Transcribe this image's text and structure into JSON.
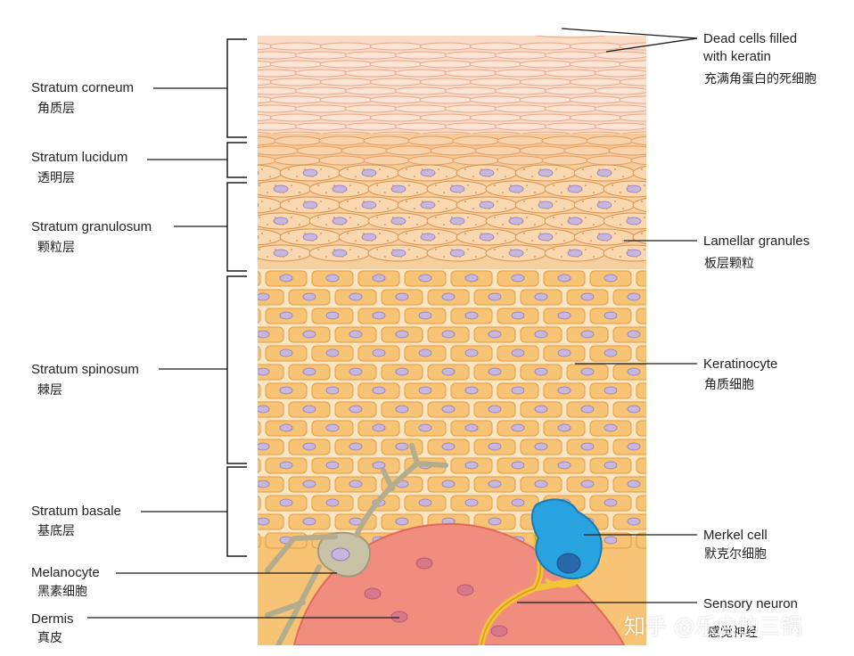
{
  "colors": {
    "corneum": "#f9dcc8",
    "corneum_line": "#e7a889",
    "lucidum": "#f6c89a",
    "granulosum": "#f6cf9e",
    "granule": "#e0975a",
    "spinosum": "#f7c476",
    "spinosum_line": "#e49b42",
    "nucleus": "#c7b6de",
    "nucleus_line": "#8d78b6",
    "dermis": "#f08d7e",
    "melanocyte": "#c8c3a6",
    "merkel": "#29a3e0",
    "neuron": "#f2c43a",
    "line": "#1a1a1a"
  },
  "labels_left": [
    {
      "en": "Stratum corneum",
      "zh": "角质层"
    },
    {
      "en": "Stratum lucidum",
      "zh": "透明层"
    },
    {
      "en": "Stratum granulosum",
      "zh": "颗粒层"
    },
    {
      "en": "Stratum spinosum",
      "zh": "棘层"
    },
    {
      "en": "Stratum basale",
      "zh": "基底层"
    },
    {
      "en": "Melanocyte",
      "zh": "黑素细胞"
    },
    {
      "en": "Dermis",
      "zh": "真皮"
    }
  ],
  "labels_right": [
    {
      "en1": "Dead cells filled",
      "en2": "with keratin",
      "zh": "充满角蛋白的死细胞"
    },
    {
      "en": "Lamellar granules",
      "zh": "板层颗粒"
    },
    {
      "en": "Keratinocyte",
      "zh": "角质细胞"
    },
    {
      "en": "Merkel cell",
      "zh": "默克尔细胞"
    },
    {
      "en": "Sensory neuron",
      "zh": "感觉神经"
    }
  ],
  "watermark": "知乎 @乐启的三锅"
}
